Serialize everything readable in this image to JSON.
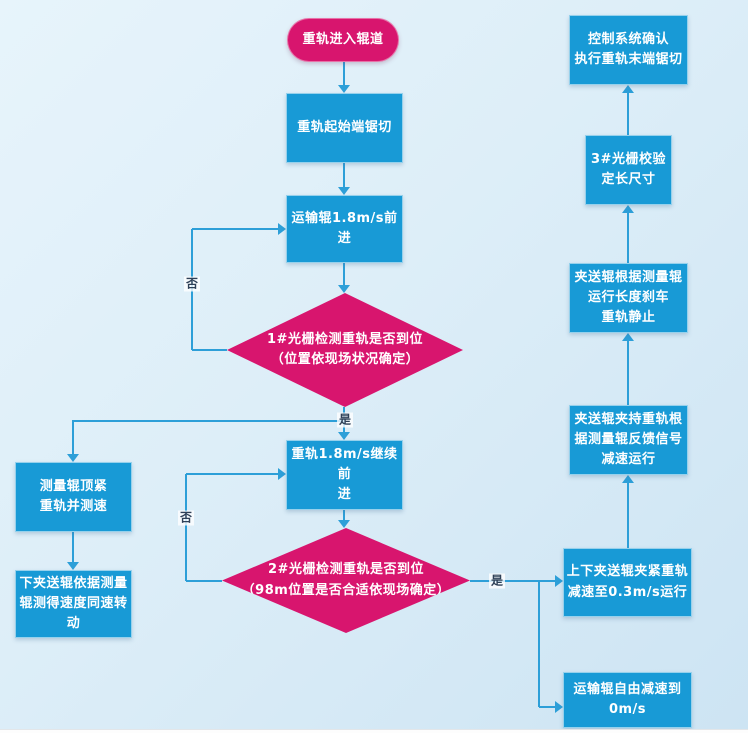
{
  "flowchart": {
    "nodes": {
      "start": {
        "label": "重轨进入辊道",
        "type": "terminator"
      },
      "saw_start": {
        "label": "重轨起始端锯切",
        "type": "process"
      },
      "roller_forward": {
        "label": "运输辊1.8m/s前进",
        "type": "process"
      },
      "grating1": {
        "label": "1#光栅检测重轨是否到位\n（位置依现场状况确定）",
        "type": "decision"
      },
      "measure_roller": {
        "label": "测量辊顶紧\n重轨并测速",
        "type": "process"
      },
      "lower_pinch": {
        "label": "下夹送辊依据测量\n辊测得速度同速转\n动",
        "type": "process"
      },
      "rail_continue": {
        "label": "重轨1.8m/s继续前\n进",
        "type": "process"
      },
      "grating2": {
        "label": "2#光栅检测重轨是否到位\n（98m位置是否合适依现场确定）",
        "type": "decision"
      },
      "pinch_clamp": {
        "label": "上下夹送辊夹紧重轨\n减速至0.3m/s运行",
        "type": "process"
      },
      "roller_free_stop": {
        "label": "运输辊自由减速到\n0m/s",
        "type": "process"
      },
      "pinch_feedback": {
        "label": "夹送辊夹持重轨根\n据测量辊反馈信号\n减速运行",
        "type": "process"
      },
      "pinch_brake": {
        "label": "夹送辊根据测量辊\n运行长度刹车\n重轨静止",
        "type": "process"
      },
      "grating3": {
        "label": "3#光栅校验\n定长尺寸",
        "type": "process"
      },
      "final_saw": {
        "label": "控制系统确认\n执行重轨末端锯切",
        "type": "process"
      }
    },
    "edge_labels": {
      "no1": "否",
      "yes1": "是",
      "no2": "否",
      "yes2": "是"
    },
    "colors": {
      "process_fill": "#189ad6",
      "decision_fill": "#d8156e",
      "terminator_fill": "#d8156e",
      "connector": "#2d9fd8",
      "node_text": "#ffffff",
      "edge_label_text": "#2e4057",
      "canvas_top": "#e7f4fb",
      "canvas_bottom": "#cde4f3"
    }
  }
}
